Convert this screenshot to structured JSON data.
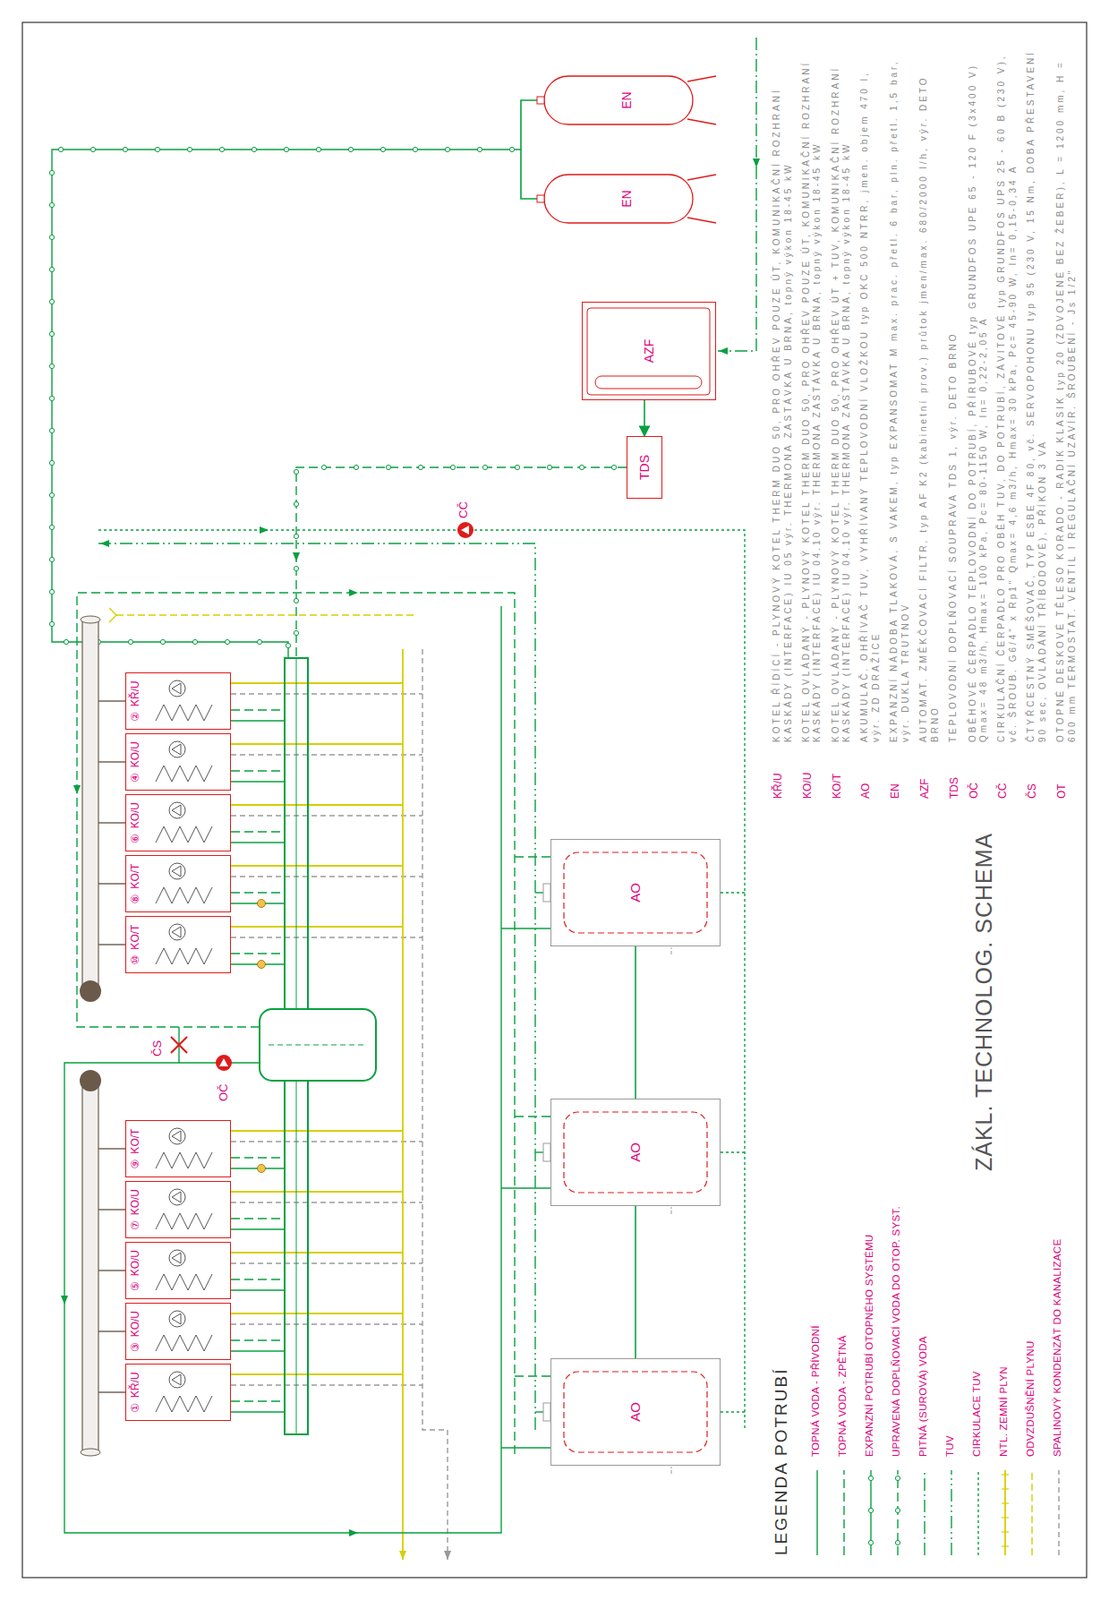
{
  "diagram": {
    "title": "ZÁKL. TECHNOLOG. SCHEMA",
    "nodes": [
      {
        "text": [
          "①",
          "KŘ/U"
        ]
      },
      {
        "text": [
          "③",
          "KO/U"
        ]
      },
      {
        "text": [
          "⑤",
          "KO/U"
        ]
      },
      {
        "text": [
          "⑦",
          "KO/U"
        ]
      },
      {
        "text": [
          "⑨",
          "KO/T"
        ]
      },
      {
        "text": [
          "⑩",
          "KO/T"
        ]
      },
      {
        "text": [
          "⑧",
          "KO/T"
        ]
      },
      {
        "text": [
          "⑥",
          "KO/U"
        ]
      },
      {
        "text": [
          "④",
          "KO/U"
        ]
      },
      {
        "text": [
          "②",
          "KŘ/U"
        ]
      },
      {
        "text": [
          "AO"
        ]
      },
      {
        "text": [
          "AO"
        ]
      },
      {
        "text": [
          "AO"
        ]
      },
      {
        "text": [
          "TDS"
        ]
      },
      {
        "text": [
          "AZF"
        ]
      },
      {
        "text": [
          "EN"
        ]
      },
      {
        "text": [
          "EN"
        ]
      }
    ],
    "edges": [
      {
        "from": 10,
        "to": 11,
        "arrow": "none"
      },
      {
        "from": 11,
        "to": 12,
        "arrow": "none"
      },
      {
        "from": 14,
        "to": 13,
        "arrow": "to"
      },
      {
        "from": 15,
        "to": 16,
        "arrow": "none"
      }
    ],
    "labels": [
      "LEGENDA POTRUBÍ",
      "OČ",
      "ČS",
      "CČ",
      "KŘ/U",
      "KOTEL ŘÍDÍCÍ - PLYNOVÝ KOTEL THERM DUO 50, PRO OHŘEV POUZE ÚT, KOMUNIKAČNÍ ROZHRANÍ KASKÁDY (INTERFACE) IU 05 výr. THERMONA ZASTÁVKA U BRNA, topný výkon 18-45 kW",
      "KO/U",
      "KOTEL OVLÁDANÝ - PLYNOVÝ KOTEL THERM DUO 50, PRO OHŘEV POUZE ÚT, KOMUNIKAČNÍ ROZHRANÍ KASKÁDY (INTERFACE) IU 04.10 výr. THERMONA ZASTÁVKA U BRNA, topný výkon 18-45 kW",
      "KO/T",
      "KOTEL OVLÁDANÝ - PLYNOVÝ KOTEL THERM DUO 50, PRO OHŘEV ÚT + TUV, KOMUNIKAČNÍ ROZHRANÍ KASKÁDY (INTERFACE) IU 04.10 výr. THERMONA ZASTÁVKA U BRNA, topný výkon 18-45 kW",
      "AO",
      "AKUMULAČ. OHŘÍVAČ TUV, VYHŘÍVANÝ TEPLOVODNÍ VLOŽKOU typ OKC 500 NTRR, jmen. objem 470 l, výr. ZD DRAŽICE",
      "EN",
      "EXPANZNÍ NÁDOBA TLAKOVÁ, S VAKEM, typ EXPANSOMAT M max. prac. přetl. 6 bar, pln. přetl. 1,5 bar, výr. DUKLA TRUTNOV",
      "AZF",
      "AUTOMAT. ZMĚKČOVACÍ FILTR, typ AF K2 (kabinetní prov.) průtok jmen/max. 680/2000 l/h, výr. DETO BRNO",
      "TDS",
      "TEPLOVODNÍ DOPLŇOVACÍ SOUPRAVA TDS 1, výr. DETO BRNO",
      "OČ",
      "OBĚHOVÉ ČERPADLO TEPLOVODNÍ DO POTRUBÍ, PŘÍRUBOVÉ typ GRUNDFOS UPE 65 - 120 F (3x400 V) Qmax= 48 m3/h, Hmax= 100 kPa, Pc= 80-1150 W, In= 0,22-2,05 A",
      "CČ",
      "CIRKULAČNÍ ČERPADLO PRO OBĚH TUV, DO POTRUBÍ, ZÁVITOVÉ typ GRUNDFOS UPS 25 - 60 B (230 V), vč. ŠROUB. G6/4\" x Rp1\" Qmax= 4,6 m3/h, Hmax= 30 kPa, Pc= 45-90 W, In= 0,15-0,34 A",
      "ČS",
      "ČTYŘCESTNÝ SMĚŠOVAČ, TYP ESBE 4F 80, vč. SERVOPOHONU typ 95 (230 V, 15 Nm, DOBA PŘESTAVENÍ 90 sec, OVLÁDÁNÍ TŘÍBODOVÉ), PŘÍKON 3 VA",
      "OT",
      "OTOPNÉ DESKOVÉ TĚLESO KORADO - RADIK KLASIK typ 20 (ZDVOJENÉ BEZ ŽEBER), L = 1200 mm, H = 600 mm TERMOSTAT. VENTIL I REGULAČNÍ UZAVÍR. ŠROUBENÍ - Js 1/2\""
    ],
    "legend": [
      {
        "text": "TOPNÁ VODA - PŘÍVODNÍ"
      },
      {
        "text": "TOPNÁ VODA - ZPĚTNÁ"
      },
      {
        "text": "EXPANZNÍ POTRUBÍ OTOPNÉHO SYSTÉMU"
      },
      {
        "text": "UPRAVENÁ DOPLŇOVACÍ VODA DO OTOP. SYST."
      },
      {
        "text": "PITNÁ (SUROVÁ) VODA"
      },
      {
        "text": "TUV"
      },
      {
        "text": "CIRKULACE TUV"
      },
      {
        "text": "NTL. ZEMNÍ PLYN"
      },
      {
        "text": "ODVZDUŠNĚNÍ PLYNU"
      },
      {
        "text": "SPALINOVÝ KONDENZÁT DO KANALIZACE"
      }
    ]
  }
}
